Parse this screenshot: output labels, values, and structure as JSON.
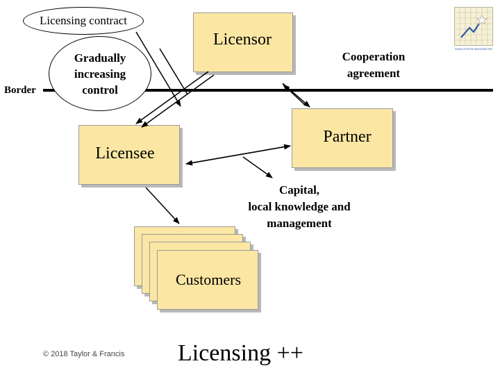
{
  "ellipses": {
    "licensing_contract": "Licensing contract",
    "gradually_line1": "Gradually",
    "gradually_line2": "increasing",
    "gradually_line3": "control"
  },
  "labels": {
    "border": "Border",
    "cooperation_line1": "Cooperation",
    "cooperation_line2": "agreement",
    "capital_line1": "Capital,",
    "capital_line2": "local knowledge and",
    "capital_line3": "management"
  },
  "boxes": {
    "licensor": "Licensor",
    "licensee": "Licensee",
    "partner": "Partner",
    "customers": "Customers"
  },
  "footer": {
    "copyright": "© 2018 Taylor & Francis",
    "title": "Licensing ++"
  },
  "logo": {
    "caption": "NORA EXPORTBAROMETER",
    "accent": "#2a5ba8"
  }
}
